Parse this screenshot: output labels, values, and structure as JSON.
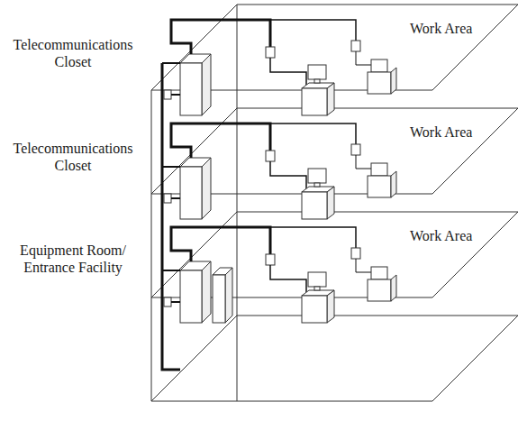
{
  "diagram": {
    "labels": [
      "Work Area",
      "Telecommunications Closet",
      "Work Area",
      "Telecommunications Closet",
      "Work Area",
      "Equipment Room/ Entrance Facility"
    ]
  }
}
